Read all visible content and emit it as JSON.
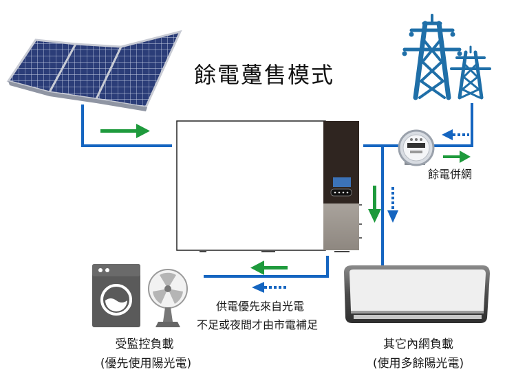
{
  "title": "餘電躉售模式",
  "grid_export_label": "餘電併網",
  "supply_note": {
    "line1": "供電優先來自光電",
    "line2": "不足或夜間才由市電補足"
  },
  "controlled_load": {
    "line1": "受監控負載",
    "line2": "(優先使用陽光電)"
  },
  "other_load": {
    "line1": "其它內網負載",
    "line2": "(使用多餘陽光電)"
  },
  "colors": {
    "wire_blue": "#1565c0",
    "solar_flow_green": "#1e9a3c",
    "tower_blue": "#1f6fa8",
    "panel_blue": "#2a3f7a"
  },
  "icons": [
    "solar-panel-icon",
    "power-tower-icon",
    "inverter-icon",
    "electric-meter-icon",
    "washing-machine-icon",
    "electric-fan-icon",
    "air-conditioner-icon"
  ]
}
